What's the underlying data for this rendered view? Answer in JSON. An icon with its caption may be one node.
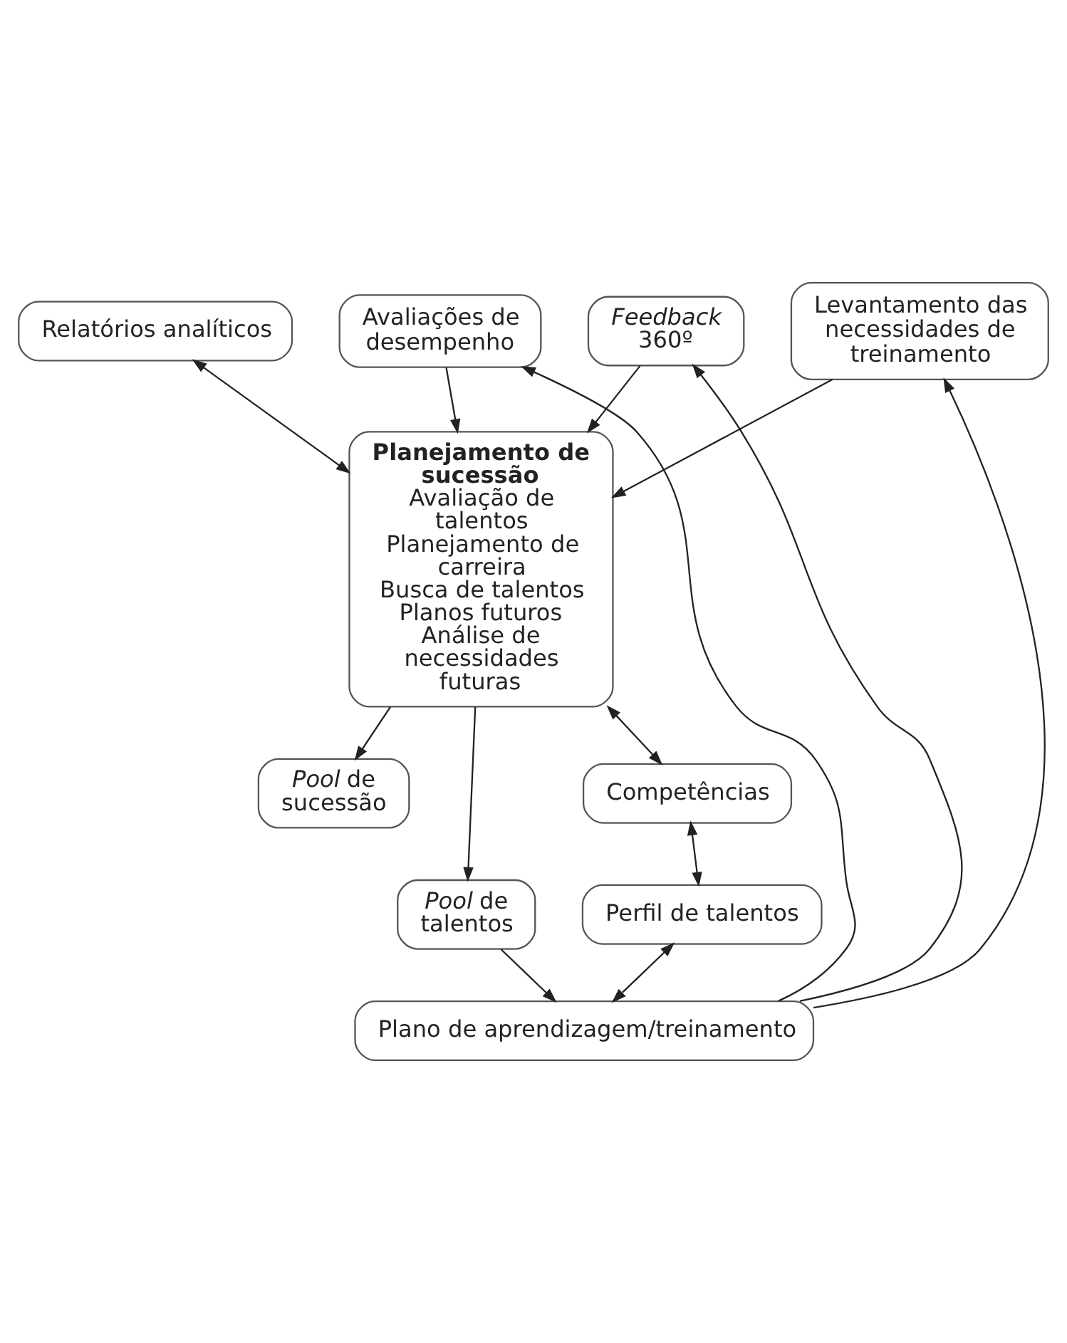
{
  "diagram": {
    "nodes": [
      {
        "text": [
          "Relatórios analíticos"
        ]
      },
      {
        "text": [
          "Avaliações de desempenho"
        ]
      },
      {
        "text": [
          "*Feedback* 360º"
        ]
      },
      {
        "text": [
          "Levantamento das necessidades de treinamento"
        ]
      },
      {
        "text": [
          "Planejamento de sucessão",
          "Avaliação de talentos",
          "Planejamento de carreira",
          "Busca de talentos",
          "Planos futuros",
          "Análise de necessidades futuras"
        ]
      },
      {
        "text": [
          "*Pool* de sucessão"
        ]
      },
      {
        "text": [
          "*Pool* de talentos"
        ]
      },
      {
        "text": [
          "Competências"
        ]
      },
      {
        "text": [
          "Perfil de talentos"
        ]
      },
      {
        "text": [
          "Plano de aprendizagem/treinamento"
        ]
      }
    ],
    "edges": [
      {
        "from": 0,
        "to": 4,
        "arrow": "both"
      },
      {
        "from": 1,
        "to": 4,
        "arrow": "to"
      },
      {
        "from": 2,
        "to": 4,
        "arrow": "to"
      },
      {
        "from": 3,
        "to": 4,
        "arrow": "to"
      },
      {
        "from": 4,
        "to": 5,
        "arrow": "to"
      },
      {
        "from": 4,
        "to": 6,
        "arrow": "to"
      },
      {
        "from": 4,
        "to": 7,
        "arrow": "both"
      },
      {
        "from": 7,
        "to": 8,
        "arrow": "both"
      },
      {
        "from": 8,
        "to": 9,
        "arrow": "both"
      },
      {
        "from": 6,
        "to": 9,
        "arrow": "to"
      },
      {
        "from": 9,
        "to": 1,
        "arrow": "to"
      },
      {
        "from": 9,
        "to": 2,
        "arrow": "to"
      },
      {
        "from": 9,
        "to": 3,
        "arrow": "to"
      }
    ]
  }
}
